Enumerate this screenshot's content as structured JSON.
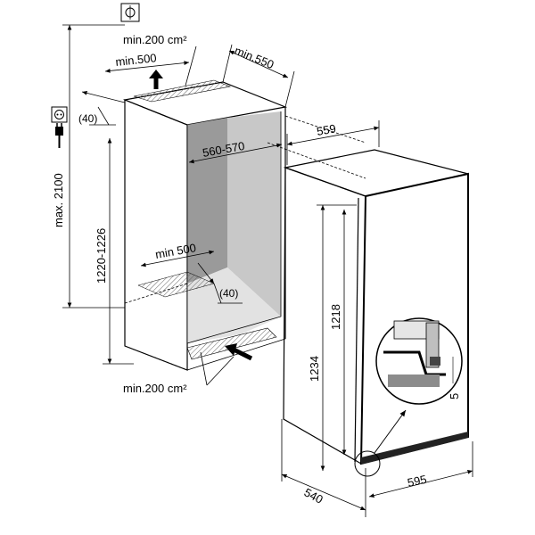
{
  "labels": {
    "max_height": "max. 2100",
    "niche_height": "1220-1226",
    "top_vent_area": "min.200 cm²",
    "top_depth": "min.500",
    "niche_depth": "min.550",
    "side_gap": "(40)",
    "appliance_depth": "559",
    "niche_width": "560-570",
    "bottom_depth": "min 500",
    "bottom_gap": "(40)",
    "bottom_vent_area": "min.200 cm²",
    "appliance_height": "1234",
    "door_height": "1218",
    "door_gap": "5",
    "appliance_width": "540",
    "door_width": "595"
  },
  "colors": {
    "interior_back": "#9a9a9a",
    "interior_side": "#c8c8c8",
    "grille": "#bdbdbd",
    "plinth": "#222222"
  },
  "icons": [
    "socket-icon",
    "plug-icon",
    "ground-socket-icon"
  ]
}
